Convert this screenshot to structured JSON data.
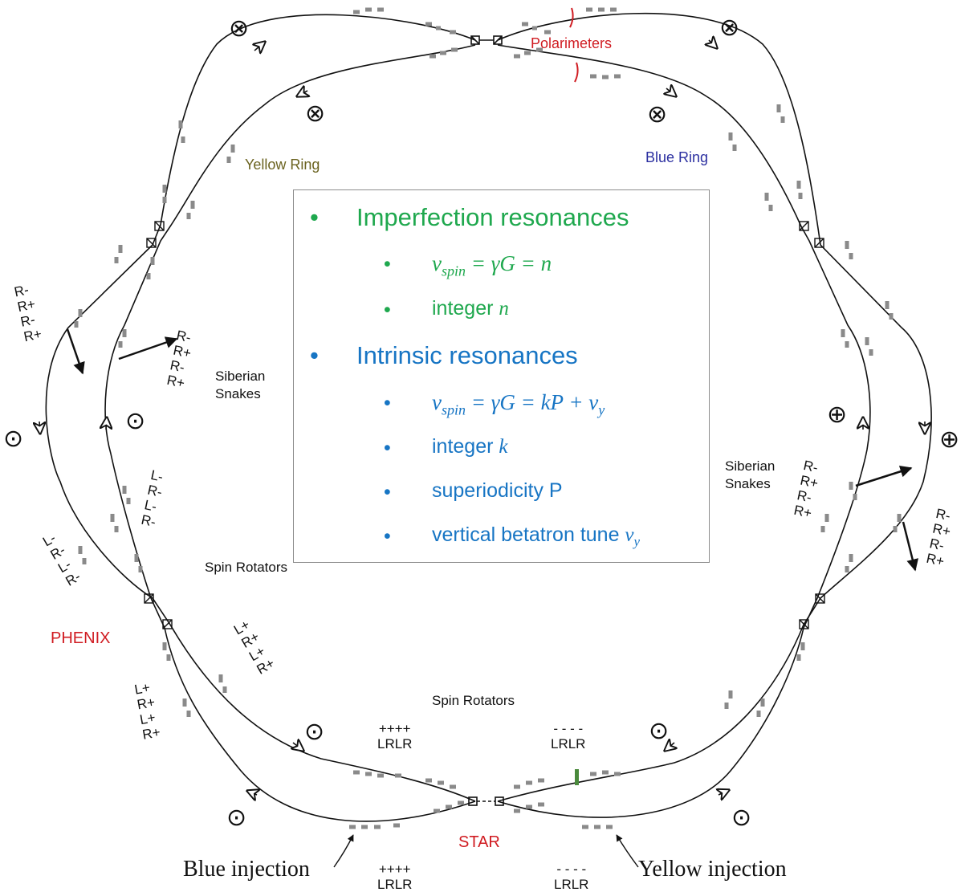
{
  "labels": {
    "polarimeters": "Polarimeters",
    "yellow_ring": "Yellow Ring",
    "blue_ring": "Blue Ring",
    "siberian_snakes_left": "Siberian\nSnakes",
    "siberian_snakes_right": "Siberian\nSnakes",
    "spin_rotators_upper": "Spin Rotators",
    "spin_rotators_lower": "Spin Rotators",
    "phenix": "PHENIX",
    "star": "STAR",
    "blue_injection": "Blue injection",
    "yellow_injection": "Yellow injection"
  },
  "helicity_labels": {
    "left_outer": "R-\nR+\nR-\nR+",
    "left_inner": "R-\nR+\nR-\nR+",
    "right_inner": "R-\nR+\nR-\nR+",
    "right_outer": "R-\nR+\nR-\nR+",
    "phenix_upper_inner": "L-\nR-\nL-\nR-",
    "phenix_upper_outer": "L-\nR-\nL-\nR-",
    "phenix_lower_inner": "L+\nR+\nL+\nR+",
    "phenix_lower_outer": "L+\nR+\nL+\nR+",
    "star_top_left": "++++\nLRLR",
    "star_top_right": "- - - -\nLRLR",
    "star_bottom_left": "++++\nLRLR",
    "star_bottom_right": "- - - -\nLRLR"
  },
  "symbols": {
    "into_page": "⊗",
    "out_of_page": "⊙",
    "plus_circle": "⊕"
  },
  "info_box": {
    "imperfection_heading": "Imperfection resonances",
    "imperfection_eq": "ν_spin = γG = n",
    "imperfection_integer": "integer n",
    "intrinsic_heading": "Intrinsic resonances",
    "intrinsic_eq": "ν_spin = γG = kP + ν_y",
    "intrinsic_integer": "integer k",
    "superperiodicity": "superiodicity P",
    "betatron": "vertical betatron tune ν_y"
  },
  "colors": {
    "green": "#1fa84e",
    "blue": "#1775c4",
    "red": "#d01c22",
    "yellow_ring_label": "#6b6320",
    "blue_ring_label": "#2b2fa0",
    "magnet": "#8a8a8a"
  }
}
